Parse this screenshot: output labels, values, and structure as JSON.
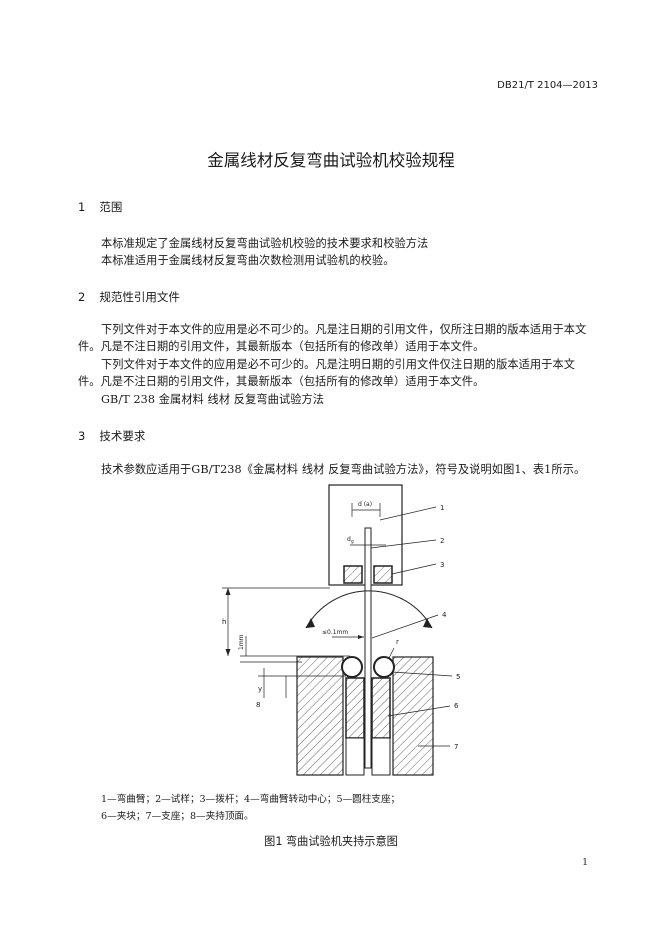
{
  "header": {
    "doc_code": "DB21/T 2104—2013"
  },
  "title": "金属线材反复弯曲试验机校验规程",
  "sections": [
    {
      "num": "1",
      "heading": "范围",
      "lines": [
        "本标准规定了金属线材反复弯曲试验机校验的技术要求和校验方法",
        "本标准适用于金属线材反复弯曲次数检测用试验机的校验。"
      ]
    },
    {
      "num": "2",
      "heading": "规范性引用文件",
      "lines": [
        "下列文件对于本文件的应用是必不可少的。凡是注日期的引用文件，仅所注日期的版本适用于本文",
        "件。凡是不注日期的引用文件，其最新版本（包括所有的修改单）适用于本文件。",
        "下列文件对于本文件的应用是必不可少的。凡是注明日期的引用文件仅注日期的版本适用于本文",
        "件。凡是不注日期的引用文件，其最新版本（包括所有的修改单）适用于本文件。",
        "GB/T 238 金属材料 线材 反复弯曲试验方法"
      ]
    },
    {
      "num": "3",
      "heading": "技术要求",
      "lines": [
        "技术参数应适用于GB/T238《金属材料 线材 反复弯曲试验方法》，符号及说明如图1、表1所示。"
      ]
    }
  ],
  "figure": {
    "labels": {
      "d": "d (a)",
      "db": "d",
      "db_sub": "g",
      "h": "h",
      "gap_1mm": "1mm",
      "le01": "≤0.1mm",
      "r": "r",
      "y": "y",
      "n1": "1",
      "n2": "2",
      "n3": "3",
      "n4": "4",
      "n5": "5",
      "n6": "6",
      "n7": "7",
      "n8": "8"
    },
    "caption_lines": [
      "1—弯曲臂；2—试样；3—拨杆；4—弯曲臂转动中心；5—圆柱支座；",
      "6—夹块；7—支座；8—夹持顶面。"
    ],
    "title": "图1   弯曲试验机夹持示意图"
  },
  "footer": {
    "page_number": "1"
  }
}
